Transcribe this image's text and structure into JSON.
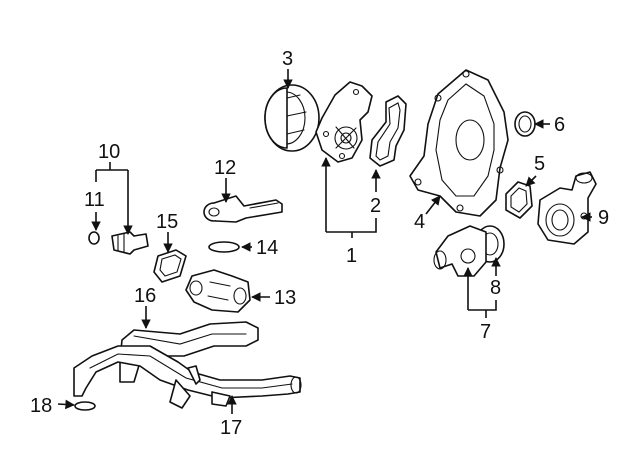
{
  "callouts": {
    "c1": "1",
    "c2": "2",
    "c3": "3",
    "c4": "4",
    "c5": "5",
    "c6": "6",
    "c7": "7",
    "c8": "8",
    "c9": "9",
    "c10": "10",
    "c11": "11",
    "c12": "12",
    "c13": "13",
    "c14": "14",
    "c15": "15",
    "c16": "16",
    "c17": "17",
    "c18": "18"
  },
  "colors": {
    "ink": "#111111",
    "paper": "#ffffff"
  }
}
